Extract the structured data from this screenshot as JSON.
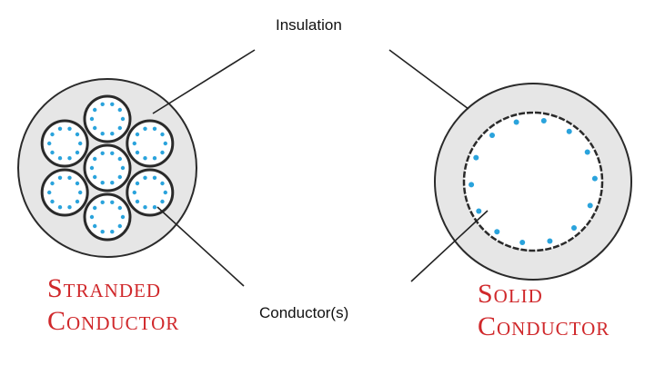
{
  "labels": {
    "insulation": "Insulation",
    "conductors": "Conductor(s)"
  },
  "titles": {
    "stranded": {
      "line1": "Stranded",
      "line2": "Conductor"
    },
    "solid": {
      "line1": "Solid",
      "line2": "Conductor"
    }
  },
  "colors": {
    "insulation_fill": "#e6e6e6",
    "outline": "#2a2a2a",
    "conductor_fill": "#ffffff",
    "dot": "#2aa3dc",
    "leader_line": "#222222",
    "title_text": "#d0282b",
    "label_text": "#111111"
  }
}
